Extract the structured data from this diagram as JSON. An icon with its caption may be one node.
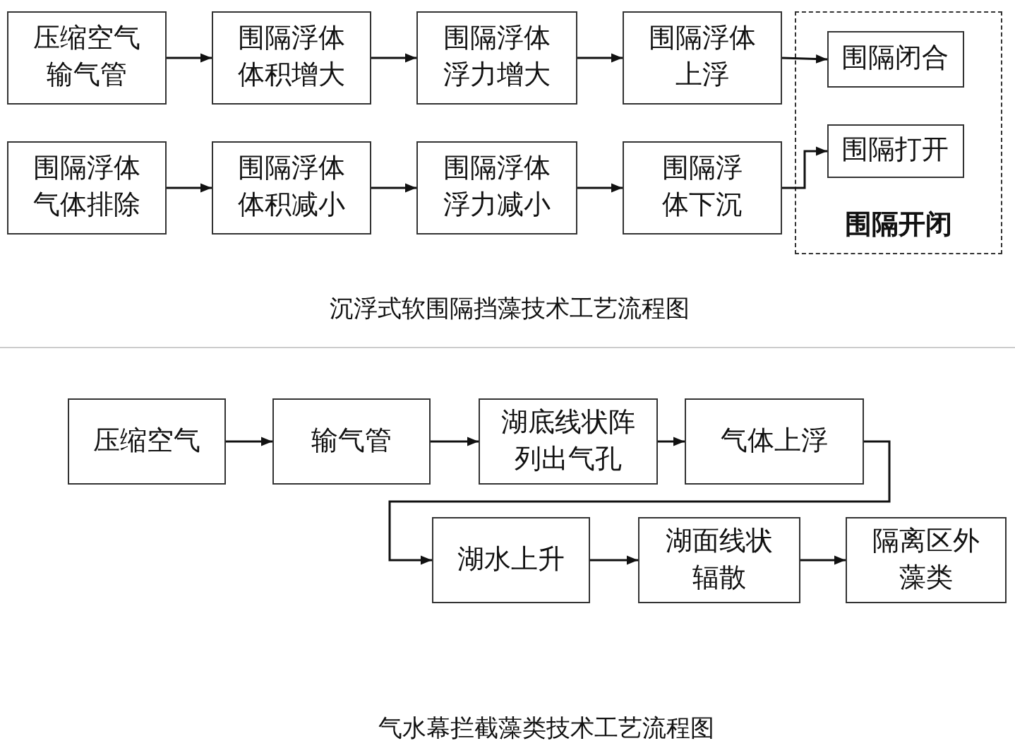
{
  "diagram": {
    "nodes": [
      {
        "text": [
          "压缩空气输气管"
        ]
      },
      {
        "text": [
          "围隔浮体体积增大"
        ]
      },
      {
        "text": [
          "围隔浮体浮力增大"
        ]
      },
      {
        "text": [
          "围隔浮体上浮"
        ]
      },
      {
        "text": [
          "围隔开闭"
        ]
      },
      {
        "text": [
          "围隔闭合"
        ],
        "in": 4
      },
      {
        "text": [
          "围隔打开"
        ],
        "in": 4
      },
      {
        "text": [
          "围隔浮体气体排除"
        ]
      },
      {
        "text": [
          "围隔浮体体积减小"
        ]
      },
      {
        "text": [
          "围隔浮体浮力减小"
        ]
      },
      {
        "text": [
          "围隔浮体下沉"
        ]
      },
      {
        "text": [
          "压缩空气"
        ]
      },
      {
        "text": [
          "输气管"
        ]
      },
      {
        "text": [
          "湖底线状阵列出气孔"
        ]
      },
      {
        "text": [
          "气体上浮"
        ]
      },
      {
        "text": [
          "湖水上升"
        ]
      },
      {
        "text": [
          "湖面线状辐散"
        ]
      },
      {
        "text": [
          "隔离区外藻类"
        ]
      }
    ],
    "edges": [
      {
        "from": 0,
        "to": 1,
        "arrow": "to"
      },
      {
        "from": 1,
        "to": 2,
        "arrow": "to"
      },
      {
        "from": 2,
        "to": 3,
        "arrow": "to"
      },
      {
        "from": 3,
        "to": 5,
        "arrow": "to"
      },
      {
        "from": 7,
        "to": 8,
        "arrow": "to"
      },
      {
        "from": 8,
        "to": 9,
        "arrow": "to"
      },
      {
        "from": 9,
        "to": 10,
        "arrow": "to"
      },
      {
        "from": 10,
        "to": 6,
        "arrow": "to"
      },
      {
        "from": 11,
        "to": 12,
        "arrow": "to"
      },
      {
        "from": 12,
        "to": 13,
        "arrow": "to"
      },
      {
        "from": 13,
        "to": 14,
        "arrow": "to"
      },
      {
        "from": 14,
        "to": 15,
        "arrow": "to"
      },
      {
        "from": 15,
        "to": 16,
        "arrow": "to"
      },
      {
        "from": 16,
        "to": 17,
        "arrow": "to"
      }
    ],
    "labels": [
      "沉浮式软围隔挡藻技术工艺流程图",
      "气水幕拦截藻类技术工艺流程图"
    ]
  }
}
